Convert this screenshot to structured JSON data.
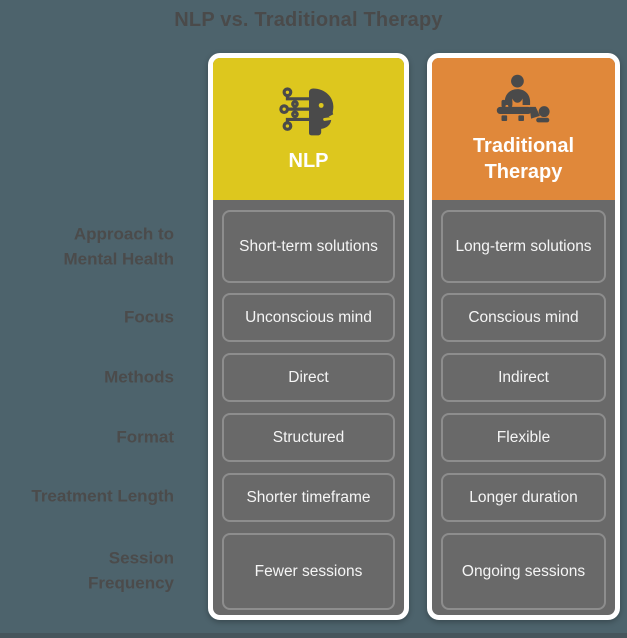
{
  "title": "NLP vs. Traditional Therapy",
  "columns": {
    "nlp": {
      "label": "NLP",
      "icon": "nlp-brain-circuit-icon",
      "header_color": "#ddc71e"
    },
    "therapy": {
      "label": "Traditional Therapy",
      "icon": "therapy-session-icon",
      "header_color": "#e0883a"
    }
  },
  "rows": [
    {
      "label": "Approach to Mental Health",
      "nlp": "Short-term solutions",
      "therapy": "Long-term solutions"
    },
    {
      "label": "Focus",
      "nlp": "Unconscious mind",
      "therapy": "Conscious mind"
    },
    {
      "label": "Methods",
      "nlp": "Direct",
      "therapy": "Indirect"
    },
    {
      "label": "Format",
      "nlp": "Structured",
      "therapy": "Flexible"
    },
    {
      "label": "Treatment Length",
      "nlp": "Shorter timeframe",
      "therapy": "Longer duration"
    },
    {
      "label": "Session Frequency",
      "nlp": "Fewer sessions",
      "therapy": "Ongoing sessions"
    }
  ],
  "colors": {
    "background": "#4d636c",
    "column_body": "#696969",
    "column_border": "#ffffff",
    "cell_border": "#8d8d8d",
    "cell_text": "#f5f5f5",
    "title_text": "#4a4a4a",
    "header_text": "#ffffff",
    "icon": "#4a4a4a"
  }
}
